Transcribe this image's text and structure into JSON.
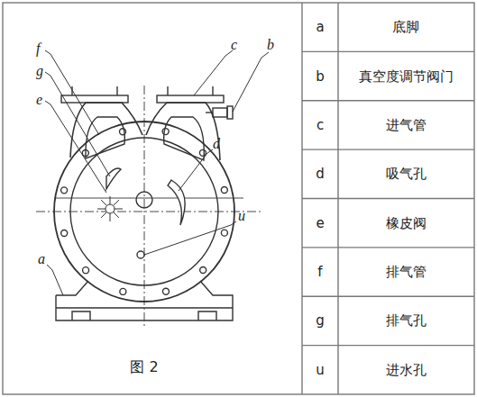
{
  "diagram": {
    "caption": "图 2",
    "labels": [
      "f",
      "g",
      "e",
      "c",
      "b",
      "d",
      "u",
      "a",
      "a",
      "底脚",
      "b",
      "真空度调节阀门",
      "c",
      "进气管",
      "d",
      "吸气孔",
      "e",
      "橡皮阀",
      "f",
      "排气管",
      "g",
      "排气孔",
      "u",
      "进水孔"
    ]
  }
}
